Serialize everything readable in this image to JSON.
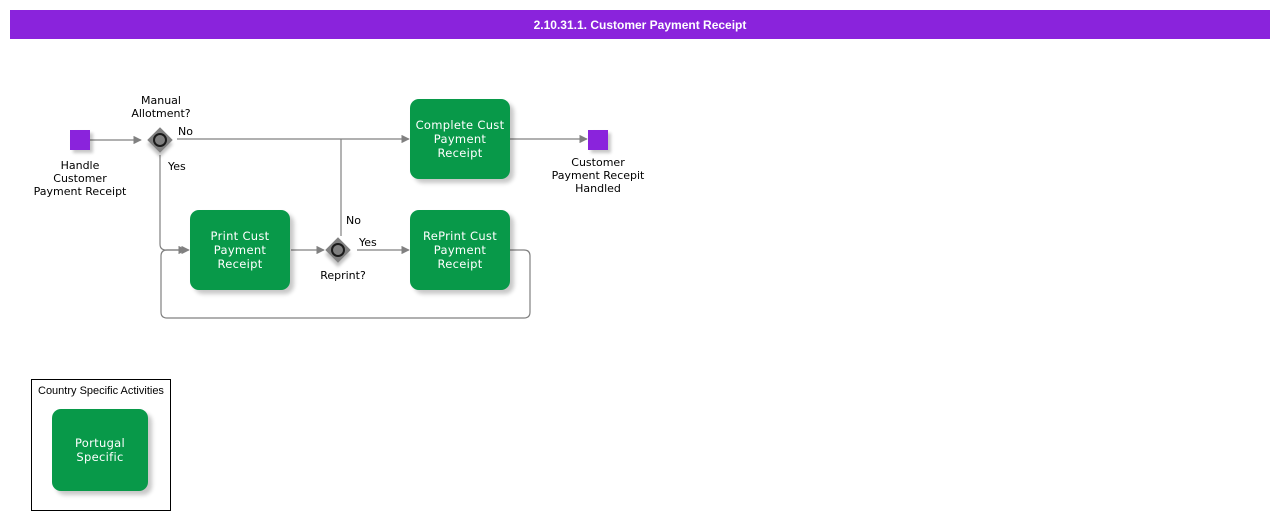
{
  "title_bar": {
    "title": "2.10.31.1. Customer Payment Receipt",
    "background_color": "#8A23DC",
    "text_color": "#FFFFFF"
  },
  "colors": {
    "accent_purple": "#8A23DC",
    "task_green": "#089949",
    "gateway_gray": "#808080",
    "connector_gray": "#808080",
    "text_dark": "#000000",
    "task_text": "#FFFFFF"
  },
  "diagram": {
    "start_event": {
      "name": "handle-customer-payment-receipt",
      "label": "Handle\nCustomer\nPayment Receipt",
      "type": "start-event"
    },
    "end_event": {
      "name": "customer-payment-recepit-handled",
      "label": "Customer\nPayment Recepit\nHandled",
      "type": "end-event"
    },
    "gateways": [
      {
        "id": "manual-allotment",
        "label": "Manual\nAllotment?",
        "label_position": "above",
        "outgoing": [
          {
            "label": "No",
            "target": "complete-cust-payment-receipt"
          },
          {
            "label": "Yes",
            "target": "print-cust-payment-receipt"
          }
        ]
      },
      {
        "id": "reprint",
        "label": "Reprint?",
        "label_position": "below",
        "outgoing": [
          {
            "label": "No",
            "target": "complete-cust-payment-receipt"
          },
          {
            "label": "Yes",
            "target": "reprint-cust-payment-receipt"
          }
        ]
      }
    ],
    "tasks": [
      {
        "id": "complete-cust-payment-receipt",
        "label": "Complete Cust\nPayment Receipt"
      },
      {
        "id": "print-cust-payment-receipt",
        "label": "Print Cust\nPayment Receipt"
      },
      {
        "id": "reprint-cust-payment-receipt",
        "label": "RePrint Cust\nPayment Receipt"
      }
    ]
  },
  "country_specific_group": {
    "title": "Country Specific Activities",
    "tasks": [
      {
        "id": "portugal-specific",
        "label": "Portugal Specific"
      }
    ]
  }
}
